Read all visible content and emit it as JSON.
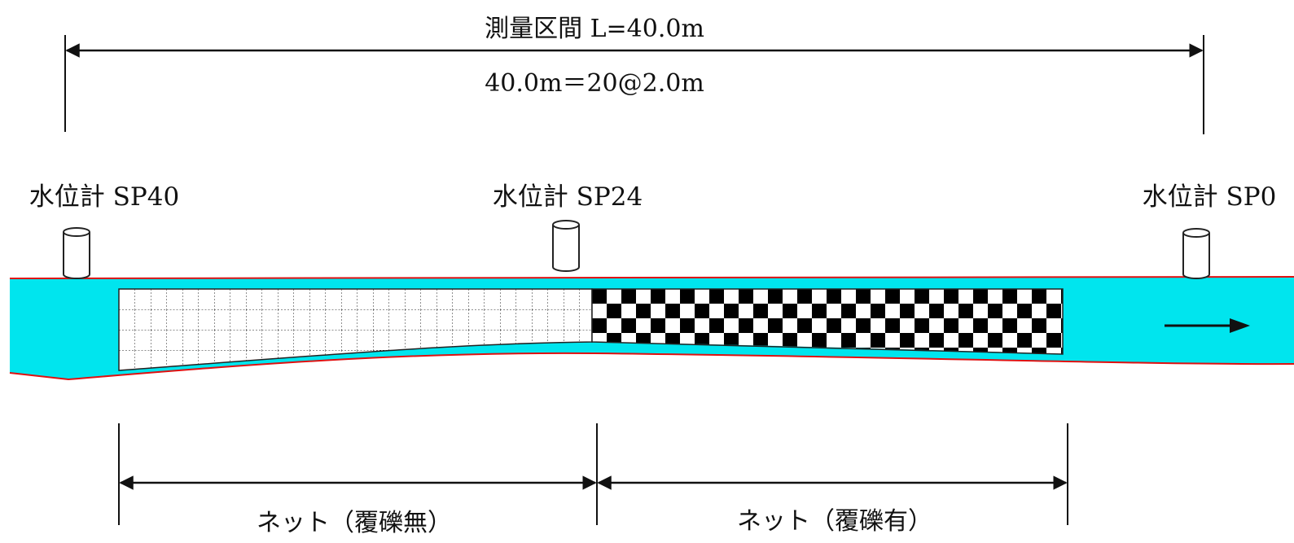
{
  "measurement": {
    "title": "測量区間 L=40.0m",
    "subtitle": "40.0m＝20@2.0m"
  },
  "gauges": {
    "sp40": "水位計 SP40",
    "sp24": "水位計 SP24",
    "sp0": "水位計 SP0"
  },
  "sections": {
    "left": "ネット（覆礫無）",
    "right": "ネット（覆礫有）"
  },
  "colors": {
    "water": "#00e5ee",
    "bank_line": "#e01010",
    "ink": "#111111"
  },
  "icons": {
    "flow": "arrow-right-icon",
    "gauge": "cylinder-icon"
  }
}
